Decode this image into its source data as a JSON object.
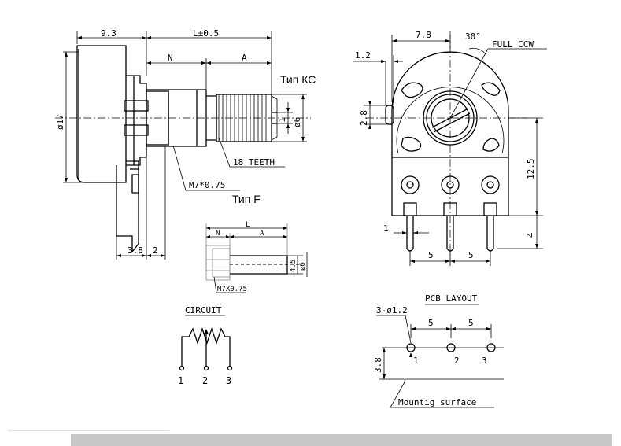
{
  "side_view": {
    "dim_9_3": "9.3",
    "dim_L": "L±0.5",
    "dim_N": "N",
    "dim_A": "A",
    "dim_phi17": "ø17",
    "dim_1": "1",
    "dim_phi6": "ø6",
    "type_kc": "Тип КС",
    "teeth": "18 TEETH",
    "thread": "M7*0.75",
    "type_f": "Тип F",
    "dim_3_8": "3.8",
    "dim_2": "2"
  },
  "type_f_detail": {
    "dim_L": "L",
    "dim_N": "N",
    "dim_A": "A",
    "dim_4_5": "4.5",
    "dim_phi6": "ø6",
    "thread": "M7X0.75"
  },
  "circuit": {
    "title": "CIRCUIT",
    "pin1": "1",
    "pin2": "2",
    "pin3": "3"
  },
  "front_view": {
    "dim_7_8": "7.8",
    "angle": "30°",
    "full_ccw": "FULL CCW",
    "dim_1_2": "1.2",
    "dim_2_8": "2.8",
    "dim_12_5": "12.5",
    "dim_1": "1",
    "dim_4": "4",
    "dim_5a": "5",
    "dim_5b": "5"
  },
  "pcb_layout": {
    "title": "PCB LAYOUT",
    "holes": "3-ø1.2",
    "dim_5a": "5",
    "dim_5b": "5",
    "dim_3_8": "3.8",
    "pin1": "1",
    "pin2": "2",
    "pin3": "3",
    "surface": "Mountig surface"
  }
}
